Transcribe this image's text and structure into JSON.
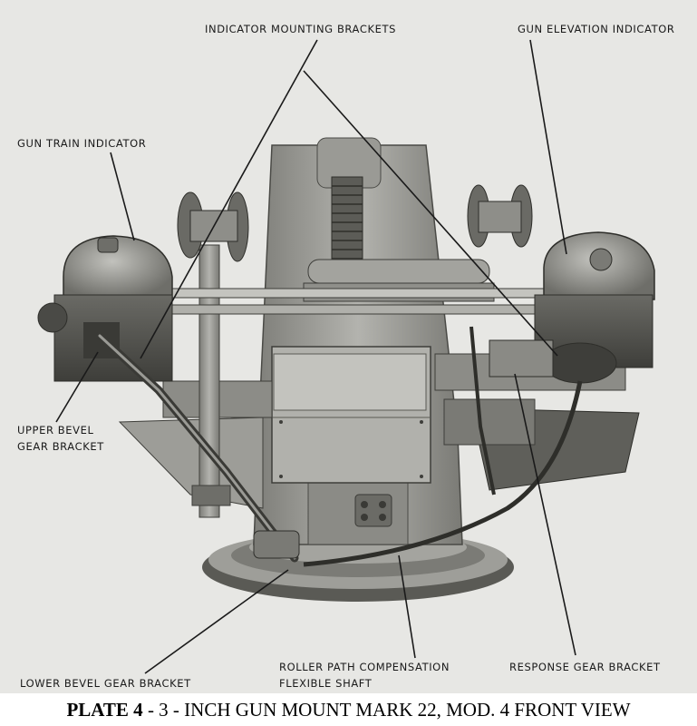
{
  "labels": {
    "indicator_mounting_brackets": "INDICATOR MOUNTING BRACKETS",
    "gun_elevation_indicator": "GUN ELEVATION INDICATOR",
    "gun_train_indicator": "GUN TRAIN INDICATOR",
    "upper_bevel_line1": "UPPER BEVEL",
    "upper_bevel_line2": "GEAR BRACKET",
    "lower_bevel_gear_bracket": "LOWER BEVEL GEAR BRACKET",
    "roller_path_line1": "ROLLER PATH COMPENSATION",
    "roller_path_line2": "FLEXIBLE SHAFT",
    "response_gear_bracket": "RESPONSE GEAR BRACKET"
  },
  "caption": {
    "plate": "PLATE 4",
    "title": " - 3 - INCH GUN MOUNT MARK 22, MOD. 4 FRONT VIEW"
  },
  "colors": {
    "background": "#e7e7e4",
    "metal_light": "#a9a9a4",
    "metal_mid": "#8c8c87",
    "metal_dark": "#4a4a46",
    "ink": "#1a1a1a"
  }
}
